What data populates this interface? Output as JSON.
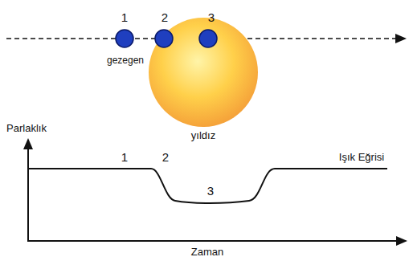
{
  "diagram": {
    "nodes": [
      {
        "text": [
          "yıldız"
        ]
      }
    ],
    "labels": [
      "1",
      "2",
      "3",
      "gezegen",
      "Parlaklık",
      "1",
      "2",
      "Işık Eğrisi",
      "3",
      "Zaman"
    ]
  }
}
